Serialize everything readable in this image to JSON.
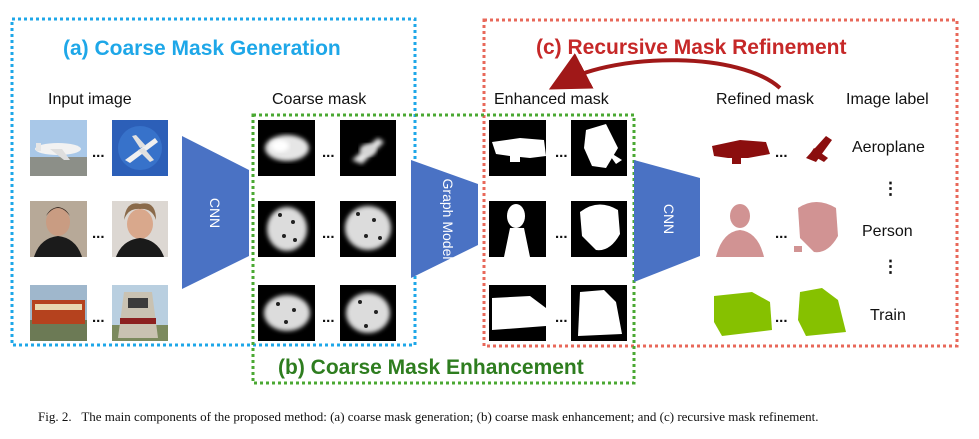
{
  "sections": {
    "a_title": "(a) Coarse Mask Generation",
    "b_title": "(b) Coarse Mask Enhancement",
    "c_title": "(c) Recursive Mask Refinement"
  },
  "labels": {
    "input_image": "Input image",
    "coarse_mask": "Coarse mask",
    "enhanced_mask": "Enhanced mask",
    "refined_mask": "Refined mask",
    "image_label": "Image label"
  },
  "blocks": {
    "cnn_left": "CNN",
    "graph_model": "Graph Model",
    "cnn_right": "CNN"
  },
  "class_labels": [
    "Aeroplane",
    "Person",
    "Train"
  ],
  "ellipsis": "...",
  "vertical_ellipsis": "⋮",
  "caption": {
    "prefix": "Fig. 2.",
    "text": "The main components of the proposed method: (a) coarse mask generation; (b) coarse mask enhancement; and (c) recursive mask refinement."
  },
  "colors": {
    "section_a": "#1ea7e8",
    "section_b": "#4aa832",
    "section_b_title": "#2e7d1f",
    "section_c": "#e8685a",
    "section_c_title": "#c62828",
    "cnn_block": "#4a72c4",
    "arrow": "#a01818",
    "aeroplane_mask": "#8b0e0e",
    "person_mask": "#d19393",
    "train_mask": "#86c100"
  }
}
